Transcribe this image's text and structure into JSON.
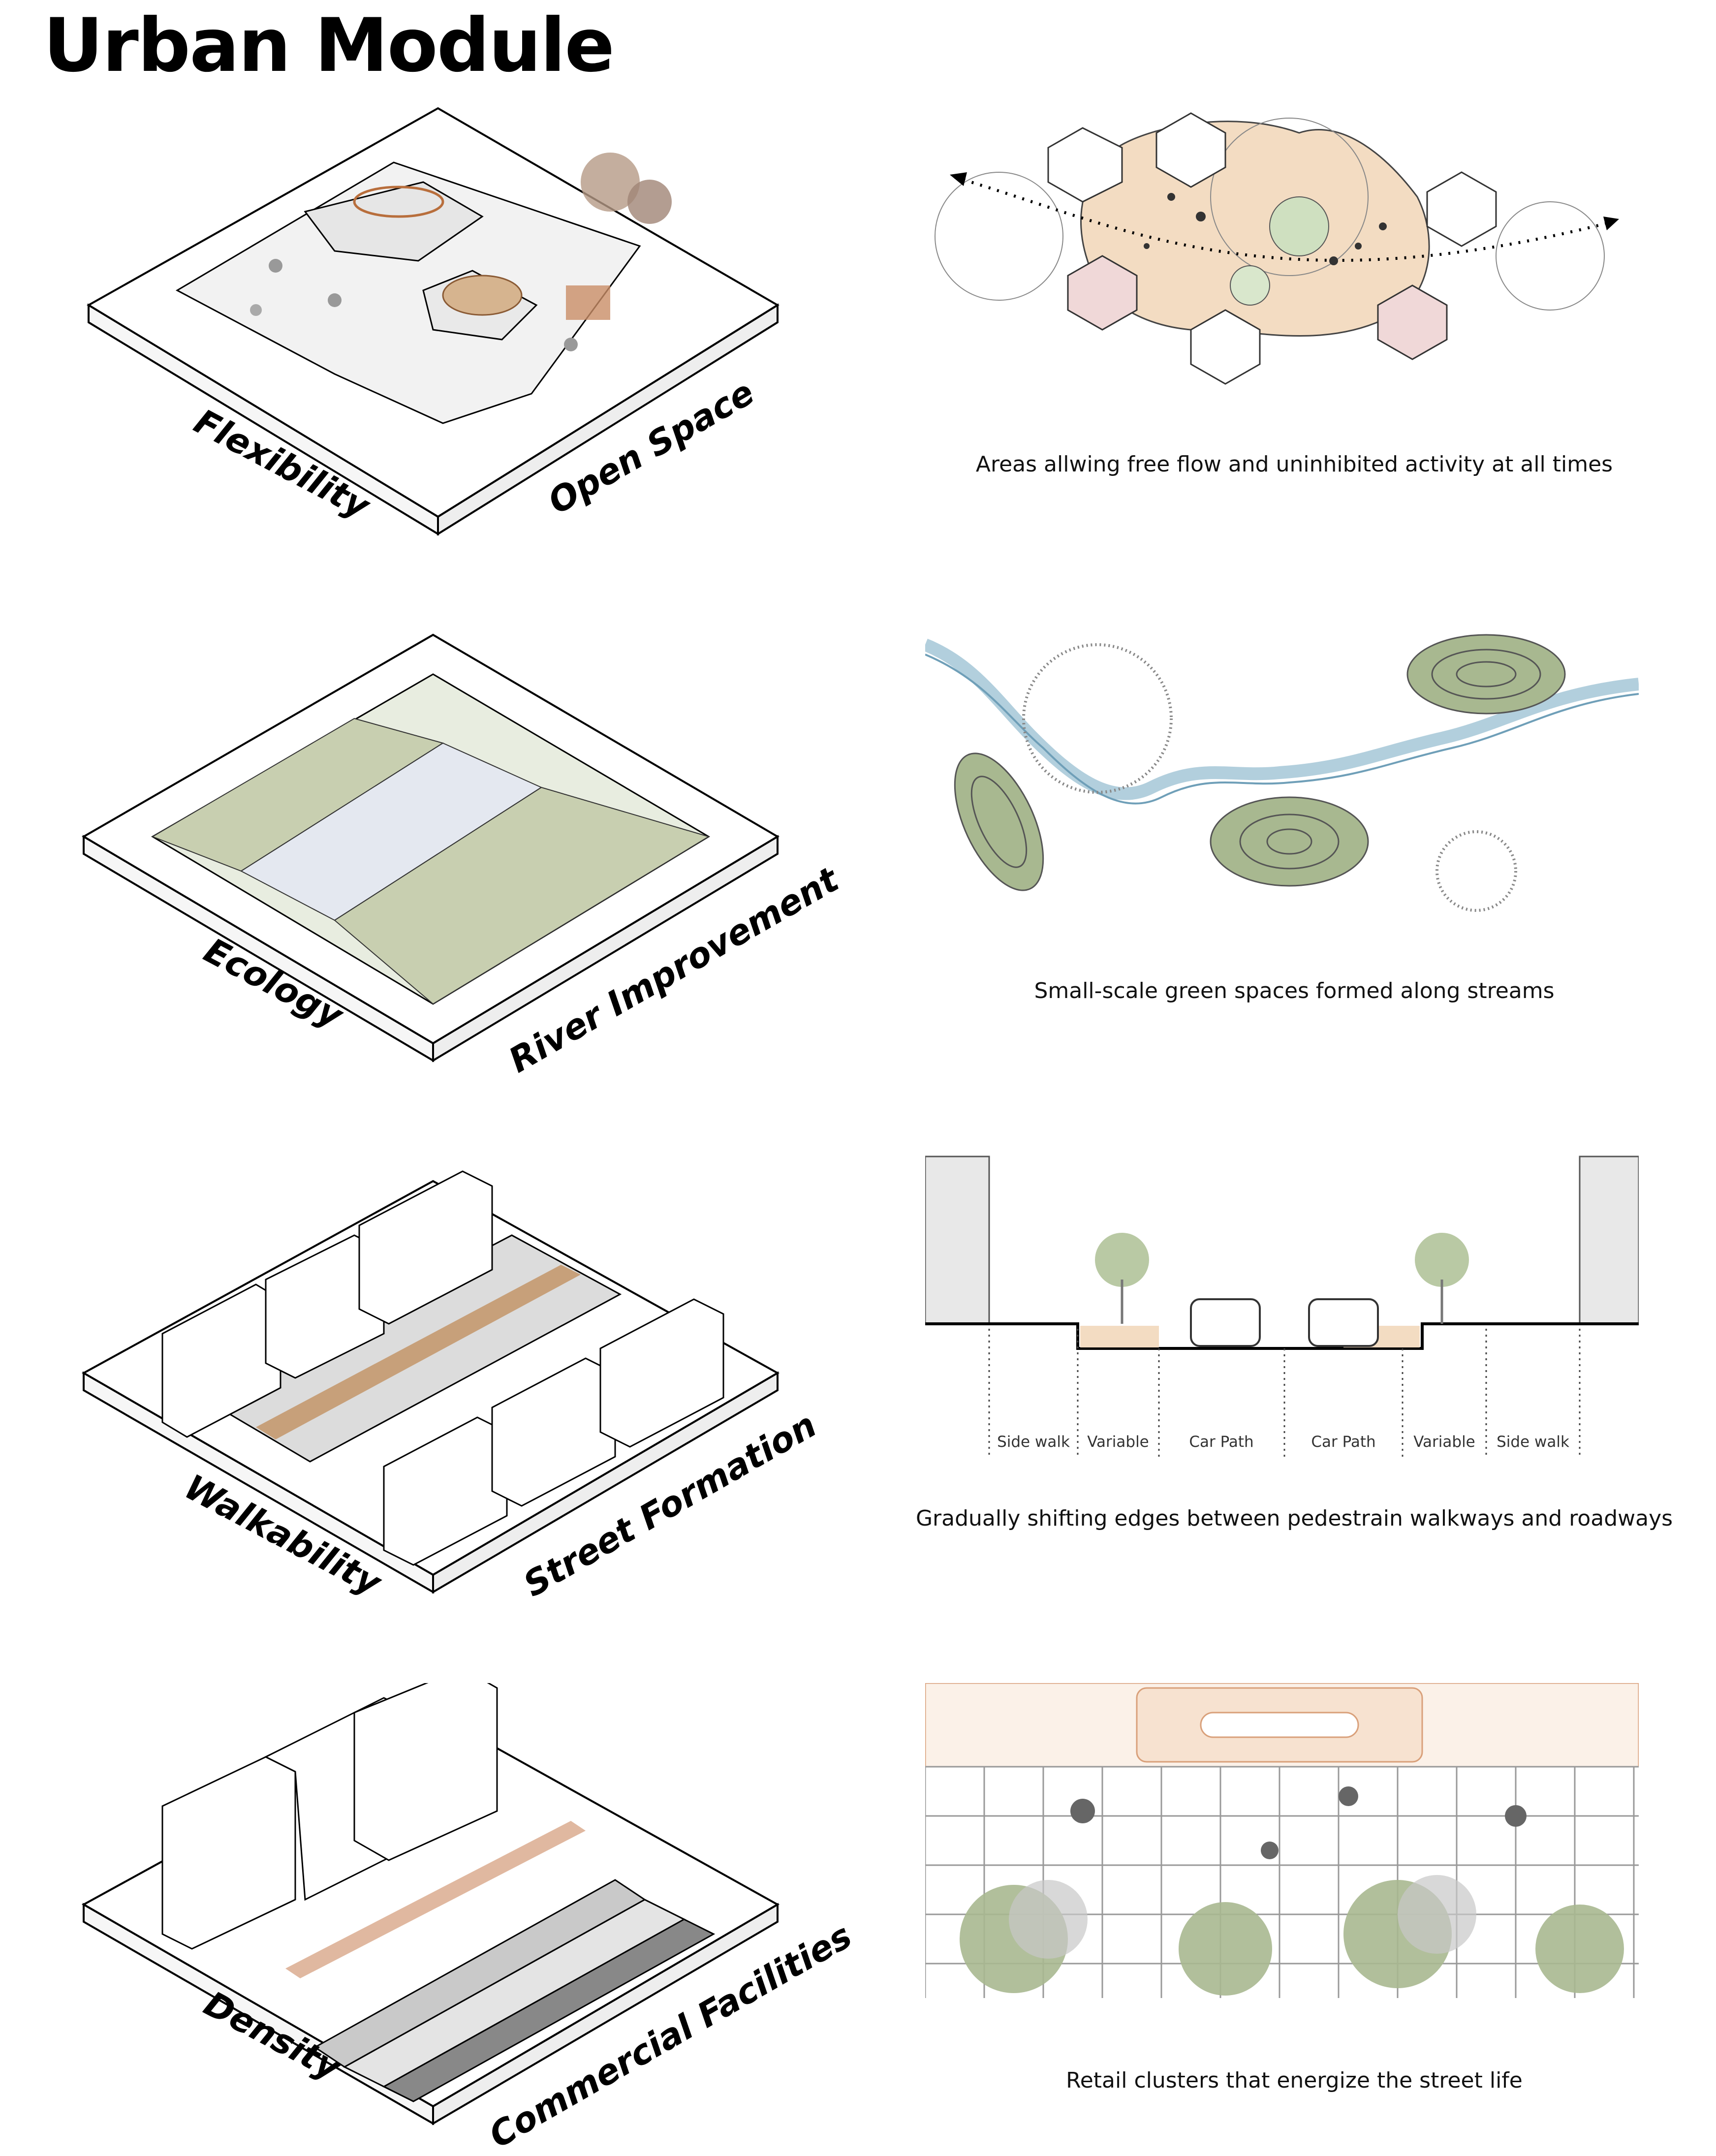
{
  "title": "Urban Module",
  "modules": [
    {
      "left_label": "Flexibility",
      "right_label": "Open Space",
      "caption": "Areas allwing free flow and uninhibited activity at all times"
    },
    {
      "left_label": "Ecology",
      "right_label": "River Improvement",
      "caption": "Small-scale green spaces formed along streams"
    },
    {
      "left_label": "Walkability",
      "right_label": "Street Formation",
      "caption": "Gradually shifting edges between pedestrain walkways and roadways",
      "lanes": [
        "Side walk",
        "Variable",
        "Car Path",
        "Car Path",
        "Variable",
        "Side walk"
      ]
    },
    {
      "left_label": "Density",
      "right_label": "Commercial Facilities",
      "caption": "Retail clusters that energize the street life"
    }
  ],
  "colors": {
    "peach": "#f3dcc2",
    "pink": "#f0d8d8",
    "river": "#9fc3d4",
    "greenery": "#a8b890",
    "topo": "#7e8a6e",
    "retail": "#d9a07a"
  }
}
